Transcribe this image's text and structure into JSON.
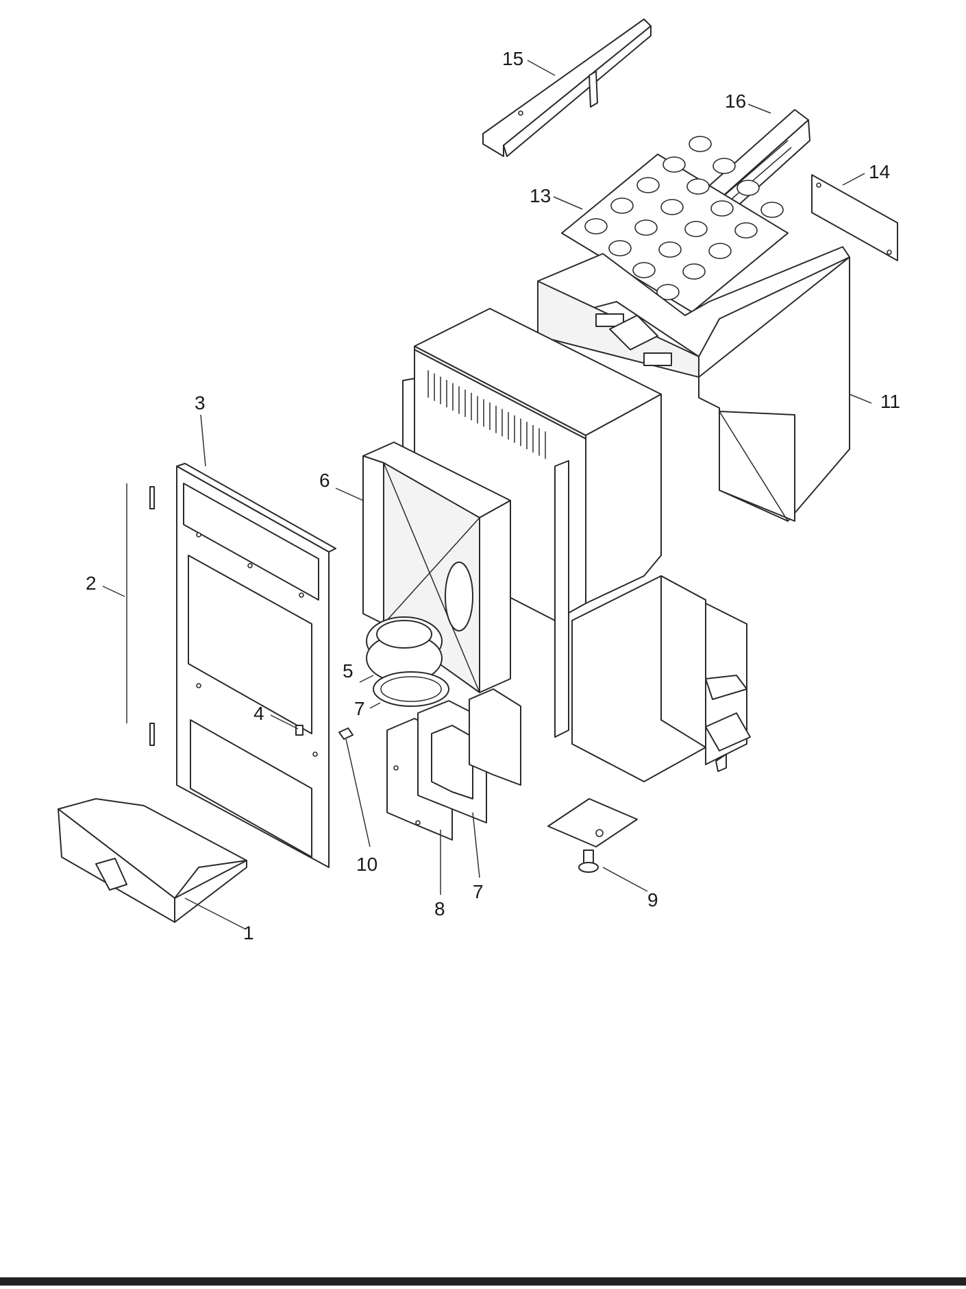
{
  "callouts": [
    {
      "id": "c1",
      "label": "1"
    },
    {
      "id": "c2",
      "label": "2"
    },
    {
      "id": "c3",
      "label": "3"
    },
    {
      "id": "c4",
      "label": "4"
    },
    {
      "id": "c5",
      "label": "5"
    },
    {
      "id": "c6",
      "label": "6"
    },
    {
      "id": "c7a",
      "label": "7"
    },
    {
      "id": "c7b",
      "label": "7"
    },
    {
      "id": "c8",
      "label": "8"
    },
    {
      "id": "c9",
      "label": "9"
    },
    {
      "id": "c10",
      "label": "10"
    },
    {
      "id": "c11",
      "label": "11"
    },
    {
      "id": "c13",
      "label": "13"
    },
    {
      "id": "c14",
      "label": "14"
    },
    {
      "id": "c15",
      "label": "15"
    },
    {
      "id": "c16",
      "label": "16"
    }
  ],
  "colors": {
    "line": "#2a2a2a",
    "background": "#ffffff",
    "bar": "#222222"
  }
}
